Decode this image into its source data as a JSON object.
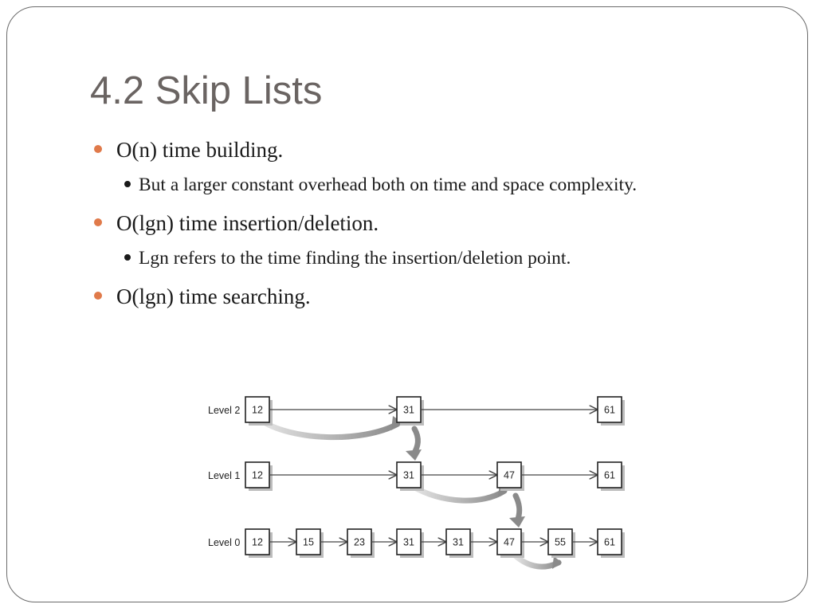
{
  "slide": {
    "title": "4.2 Skip Lists",
    "bullets": [
      {
        "text": "O(n) time building.",
        "sub": [
          "But a larger constant overhead both on time and space complexity."
        ]
      },
      {
        "text": "O(lgn) time insertion/deletion.",
        "sub": [
          "Lgn refers to the time finding the insertion/deletion point."
        ]
      },
      {
        "text": "O(lgn) time searching.",
        "sub": []
      }
    ],
    "colors": {
      "title": "#6a6462",
      "bullet_dot": "#e07a4a",
      "frame": "#6a6a6a"
    }
  },
  "diagram": {
    "levels": [
      {
        "label": "Level 2",
        "nodes": [
          "12",
          "31",
          "61"
        ]
      },
      {
        "label": "Level 1",
        "nodes": [
          "12",
          "31",
          "47",
          "61"
        ]
      },
      {
        "label": "Level 0",
        "nodes": [
          "12",
          "15",
          "23",
          "31",
          "31",
          "47",
          "55",
          "61"
        ]
      }
    ]
  }
}
